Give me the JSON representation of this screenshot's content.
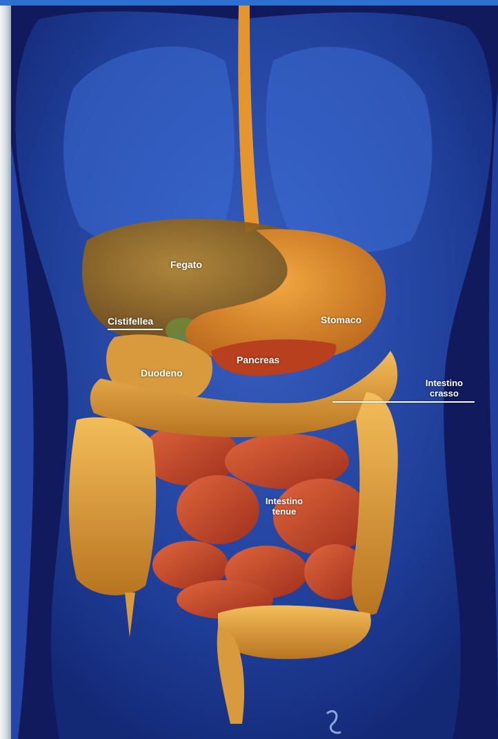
{
  "labels": {
    "fegato": "Fegato",
    "cistifellea": "Cistifellea",
    "stomaco": "Stomaco",
    "pancreas": "Pancreas",
    "duodeno": "Duodeno",
    "intestino_crasso": [
      "Intestino",
      "crasso"
    ],
    "intestino_tenue": [
      "Intestino",
      "tenue"
    ]
  },
  "colors": {
    "body": "#1f3f9a",
    "background": "#101a5c",
    "liver": "#9a6a1e",
    "stomach": "#d88a2a",
    "small_intestine": "#c9482a",
    "large_intestine": "#e0a03a",
    "accent_bar": "#2f6fd0"
  }
}
